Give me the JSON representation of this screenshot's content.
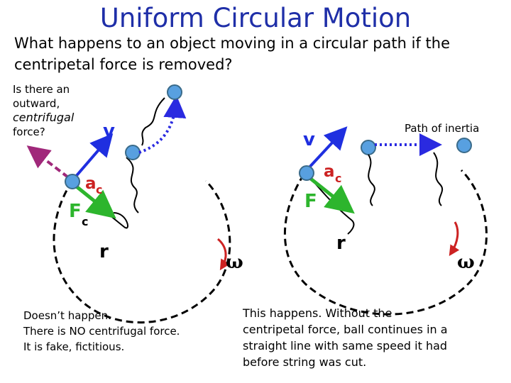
{
  "title": "Uniform Circular Motion",
  "question": "What happens to an object moving in a circular path if the centripetal force is removed?",
  "outward": {
    "line1": "Is there an outward,",
    "term": "centrifugal",
    "line2": "force?"
  },
  "path_of_inertia": "Path of inertia",
  "left_labels": {
    "v": "v",
    "a": "a",
    "a_sub": "c",
    "F": "F",
    "F_sub": "c",
    "r": "r",
    "omega": "ω"
  },
  "right_labels": {
    "v": "v",
    "a": "a",
    "a_sub": "c",
    "F": "F",
    "r": "r",
    "omega": "ω"
  },
  "left_caption": {
    "lines": [
      "Doesn’t happen.",
      "There is NO centrifugal force.",
      "It is fake, fictitious."
    ]
  },
  "right_caption": {
    "lines": [
      "This happens.  Without the",
      "centripetal force, ball continues in a",
      "straight line with same speed it had",
      "before string was cut."
    ]
  },
  "colors": {
    "title": "#1f2fa8",
    "velocity": "#1f2fe0",
    "force": "#2db52d",
    "centrifugal": "#a0287a",
    "ball": "#58a0e0",
    "dotted_path": "#2a2ae0"
  },
  "icons": [
    "ball-icon",
    "cut-string-icon",
    "rotation-arrow-icon"
  ]
}
